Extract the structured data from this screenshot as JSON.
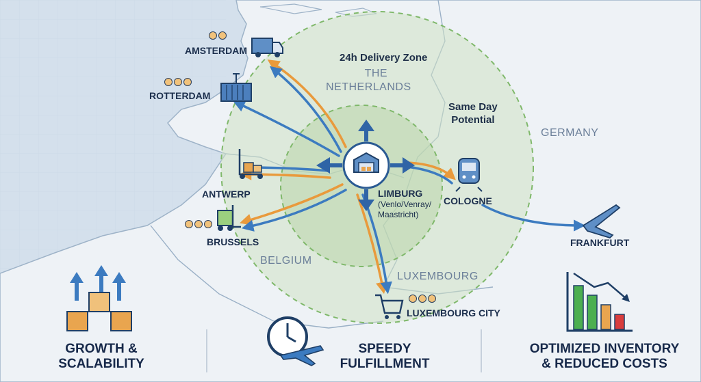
{
  "zones": {
    "outer_label": "24h Delivery Zone",
    "inner_label_line1": "Same Day",
    "inner_label_line2": "Potential"
  },
  "countries": {
    "netherlands_line1": "THE",
    "netherlands_line2": "NETHERLANDS",
    "germany": "GERMANY",
    "belgium": "BELGIUM",
    "luxembourg": "LUXEMBOURG"
  },
  "hub": {
    "name": "LIMBURG",
    "sub_line1": "(Venlo/Venray/",
    "sub_line2": "Maastricht)"
  },
  "cities": {
    "amsterdam": "AMSTERDAM",
    "rotterdam": "ROTTERDAM",
    "antwerp": "ANTWERP",
    "brussels": "BRUSSELS",
    "cologne": "COLOGNE",
    "frankfurt": "FRANKFURT",
    "luxembourg_city": "LUXEMBOURG CITY"
  },
  "benefits": [
    {
      "line1": "GROWTH &",
      "line2": "SCALABILITY",
      "icon": "boxes-growth-icon"
    },
    {
      "line1": "SPEEDY",
      "line2": "FULFILLMENT",
      "icon": "clock-plane-icon"
    },
    {
      "line1": "OPTIMIZED INVENTORY",
      "line2": "& REDUCED COSTS",
      "icon": "declining-bar-chart-icon"
    }
  ],
  "colors": {
    "zone_fill": "#cfe2c4",
    "zone_border": "#7fb86a",
    "route_blue": "#3c7bc0",
    "route_orange": "#e99a3c",
    "text_dark": "#1c2f4d"
  }
}
